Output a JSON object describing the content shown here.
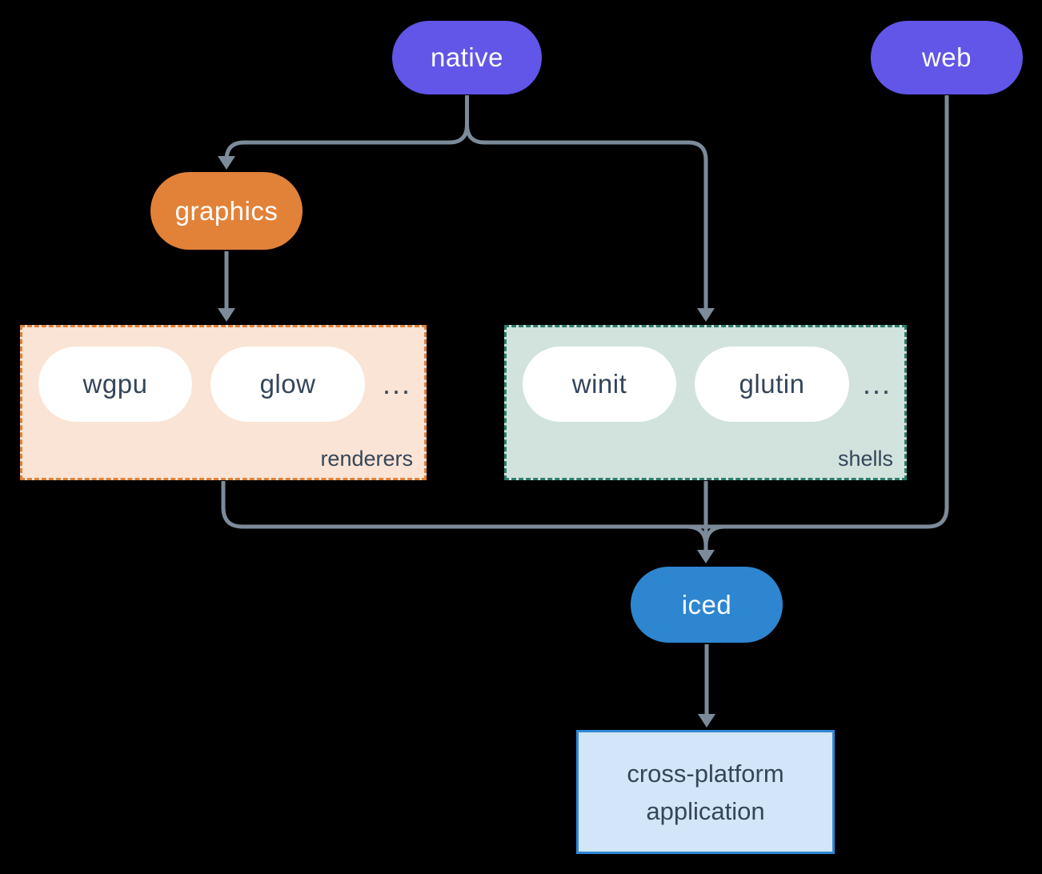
{
  "colors": {
    "background": "#000000",
    "connector": "#7B8B99",
    "purple": "#6156E8",
    "orange": "#E28239",
    "blue": "#2E86D0",
    "pill-fill": "#FFFFFF",
    "dark-text": "#35465A",
    "white-text": "#FFFFFF",
    "renderers-fill": "#FAE4D5",
    "renderers-border": "#E0813A",
    "shells-fill": "#D1E3DC",
    "shells-border": "#2E7D6E",
    "app-fill": "#D3E5F8",
    "app-border": "#2F88D8"
  },
  "nodes": {
    "native": {
      "label": "native"
    },
    "web": {
      "label": "web"
    },
    "graphics": {
      "label": "graphics"
    },
    "iced": {
      "label": "iced"
    },
    "application": {
      "lines": [
        "cross-platform",
        "application"
      ]
    }
  },
  "groups": {
    "renderers": {
      "label": "renderers",
      "items": [
        "wgpu",
        "glow"
      ],
      "ellipsis": "..."
    },
    "shells": {
      "label": "shells",
      "items": [
        "winit",
        "glutin"
      ],
      "ellipsis": "..."
    }
  }
}
